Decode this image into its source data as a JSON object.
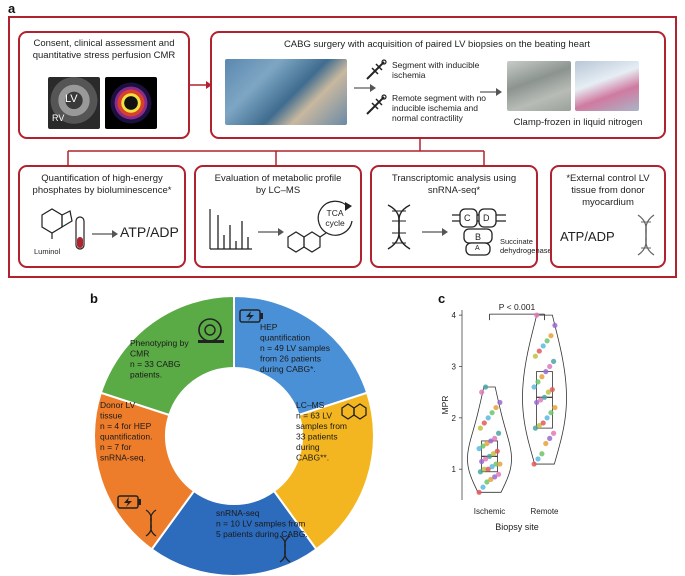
{
  "panels": {
    "a": "a",
    "b": "b",
    "c": "c"
  },
  "a": {
    "box1_title": "Consent, clinical assessment and quantitative stress perfusion CMR",
    "label_lv": "LV",
    "label_rv": "RV",
    "box2_title": "CABG surgery with acquisition of paired LV biopsies on the beating heart",
    "segment_ischemia": "Segment with inducible ischemia",
    "segment_remote": "Remote segment with no inducible ischemia and normal contractility",
    "clamp_frozen": "Clamp-frozen in liquid nitrogen",
    "box3_title": "Quantification of high-energy phosphates by bioluminescence*",
    "luminol": "Luminol",
    "atp_adp": "ATP/ADP",
    "box4_title": "Evaluation of metabolic profile by LC–MS",
    "tca": "TCA cycle",
    "box5_title": "Transcriptomic analysis using snRNA-seq*",
    "enzyme_c": "C",
    "enzyme_d": "D",
    "enzyme_b": "B",
    "enzyme_a": "A",
    "succinate": "Succinate dehydrogenase",
    "box6_title": "*External control LV tissue from donor myocardium",
    "atp_adp2": "ATP/ADP"
  },
  "b": {
    "cmr": "Phenotyping by CMR n = 33 CABG patients.",
    "hep": "HEP quantification n = 49 LV samples from 26 patients during CABG*.",
    "lcms": "LC–MS n = 63 LV samples from 33 patients during CABG**.",
    "snrna": "snRNA-seq n = 10 LV samples from 5 patients during CABG.",
    "donor": "Donor LV tissue n = 4 for HEP quantification. n = 7 for snRNA-seq.",
    "colors": {
      "cmr": "#5aaa46",
      "hep": "#4a90d6",
      "lcms": "#f4b620",
      "snrna": "#2d6bbd",
      "donor": "#ee7d2b"
    }
  },
  "chart_data": {
    "type": "scatter",
    "title": "",
    "xlabel": "Biopsy site",
    "ylabel": "MPR",
    "categories": [
      "Ischemic",
      "Remote"
    ],
    "yticks": [
      1,
      2,
      3,
      4
    ],
    "ylim": [
      0.4,
      4.1
    ],
    "annotation": "P < 0.001",
    "series": [
      {
        "category": "Ischemic",
        "median": 1.25,
        "q1": 0.95,
        "q3": 1.55,
        "values": [
          0.55,
          0.65,
          0.75,
          0.8,
          0.85,
          0.9,
          0.95,
          1.0,
          1.0,
          1.05,
          1.1,
          1.1,
          1.15,
          1.2,
          1.25,
          1.3,
          1.35,
          1.4,
          1.45,
          1.5,
          1.55,
          1.6,
          1.7,
          1.8,
          1.9,
          2.0,
          2.1,
          2.2,
          2.3,
          2.5,
          2.6
        ]
      },
      {
        "category": "Remote",
        "median": 2.4,
        "q1": 1.8,
        "q3": 2.9,
        "values": [
          1.1,
          1.2,
          1.3,
          1.5,
          1.6,
          1.7,
          1.8,
          1.85,
          1.9,
          2.0,
          2.1,
          2.2,
          2.3,
          2.35,
          2.4,
          2.5,
          2.55,
          2.6,
          2.7,
          2.8,
          2.9,
          3.0,
          3.1,
          3.2,
          3.3,
          3.4,
          3.5,
          3.6,
          3.8,
          4.0
        ]
      }
    ],
    "point_colors": [
      "#e05a5a",
      "#5ab8e0",
      "#6cc46c",
      "#e8a23a",
      "#9a6ad0",
      "#e07ab8",
      "#4aa4a4",
      "#c0c040"
    ]
  }
}
